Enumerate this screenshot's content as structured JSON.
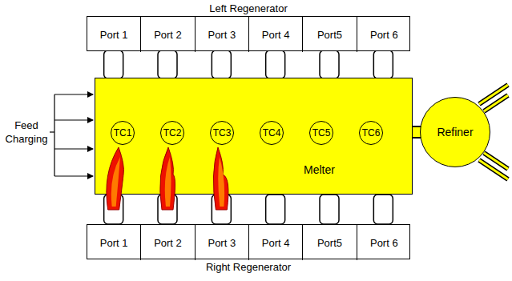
{
  "diagram": {
    "nodes": [
      {
        "text": [
          "Left Regenerator"
        ]
      },
      {
        "text": [
          "Port 1"
        ],
        "in": 0
      },
      {
        "text": [
          "Port 2"
        ],
        "in": 0
      },
      {
        "text": [
          "Port 3"
        ],
        "in": 0
      },
      {
        "text": [
          "Port 4"
        ],
        "in": 0
      },
      {
        "text": [
          "Port5"
        ],
        "in": 0
      },
      {
        "text": [
          "Port 6"
        ],
        "in": 0
      },
      {
        "text": [
          "Melter"
        ]
      },
      {
        "text": [
          "TC1"
        ],
        "in": 7
      },
      {
        "text": [
          "TC2"
        ],
        "in": 7
      },
      {
        "text": [
          "TC3"
        ],
        "in": 7
      },
      {
        "text": [
          "TC4"
        ],
        "in": 7
      },
      {
        "text": [
          "TC5"
        ],
        "in": 7
      },
      {
        "text": [
          "TC6"
        ],
        "in": 7
      },
      {
        "text": [
          "Refiner"
        ]
      },
      {
        "text": [
          "Right Regenerator"
        ]
      },
      {
        "text": [
          "Port 1"
        ],
        "in": 15
      },
      {
        "text": [
          "Port 2"
        ],
        "in": 15
      },
      {
        "text": [
          "Port 3"
        ],
        "in": 15
      },
      {
        "text": [
          "Port 4"
        ],
        "in": 15
      },
      {
        "text": [
          "Port5"
        ],
        "in": 15
      },
      {
        "text": [
          "Port 6"
        ],
        "in": 15
      }
    ],
    "edges": [
      {
        "from": 7,
        "to": 14,
        "arrow": "none"
      }
    ],
    "labels": [
      "Feed Charging"
    ]
  }
}
